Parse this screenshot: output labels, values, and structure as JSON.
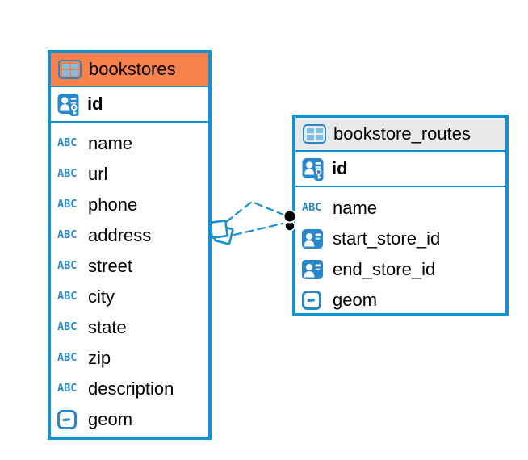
{
  "diagram": {
    "background": "#ffffff",
    "table_border_color": "#1590D0",
    "icon_blue": "#2787CD",
    "icon_cell_blue": "#7EBEE5",
    "icons": {
      "text_glyph": "ABC"
    },
    "tables": [
      {
        "title": "bookstores",
        "header_color": "#F8814C",
        "header_icon": "table-icon",
        "primary_key": {
          "label": "id",
          "icon": "primary-key-icon"
        },
        "fields": [
          {
            "label": "name",
            "type": "text",
            "icon": "text-type-icon"
          },
          {
            "label": "url",
            "type": "text",
            "icon": "text-type-icon"
          },
          {
            "label": "phone",
            "type": "text",
            "icon": "text-type-icon"
          },
          {
            "label": "address",
            "type": "text",
            "icon": "text-type-icon"
          },
          {
            "label": "street",
            "type": "text",
            "icon": "text-type-icon"
          },
          {
            "label": "city",
            "type": "text",
            "icon": "text-type-icon"
          },
          {
            "label": "state",
            "type": "text",
            "icon": "text-type-icon"
          },
          {
            "label": "zip",
            "type": "text",
            "icon": "text-type-icon"
          },
          {
            "label": "description",
            "type": "text",
            "icon": "text-type-icon"
          },
          {
            "label": "geom",
            "type": "geometry",
            "icon": "geometry-type-icon"
          }
        ]
      },
      {
        "title": "bookstore_routes",
        "header_color": "#E9E9E9",
        "header_icon": "table-icon",
        "primary_key": {
          "label": "id",
          "icon": "primary-key-icon"
        },
        "fields": [
          {
            "label": "name",
            "type": "text",
            "icon": "text-type-icon"
          },
          {
            "label": "start_store_id",
            "type": "reference",
            "icon": "reference-type-icon"
          },
          {
            "label": "end_store_id",
            "type": "reference",
            "icon": "reference-type-icon"
          },
          {
            "label": "geom",
            "type": "geometry",
            "icon": "geometry-type-icon"
          }
        ]
      }
    ],
    "connector": {
      "style": "dashed",
      "color": "#1590D0",
      "from_table": "bookstores",
      "to_table": "bookstore_routes",
      "endpoint_shapes": [
        "diamond-squares",
        "black-dots"
      ]
    }
  }
}
